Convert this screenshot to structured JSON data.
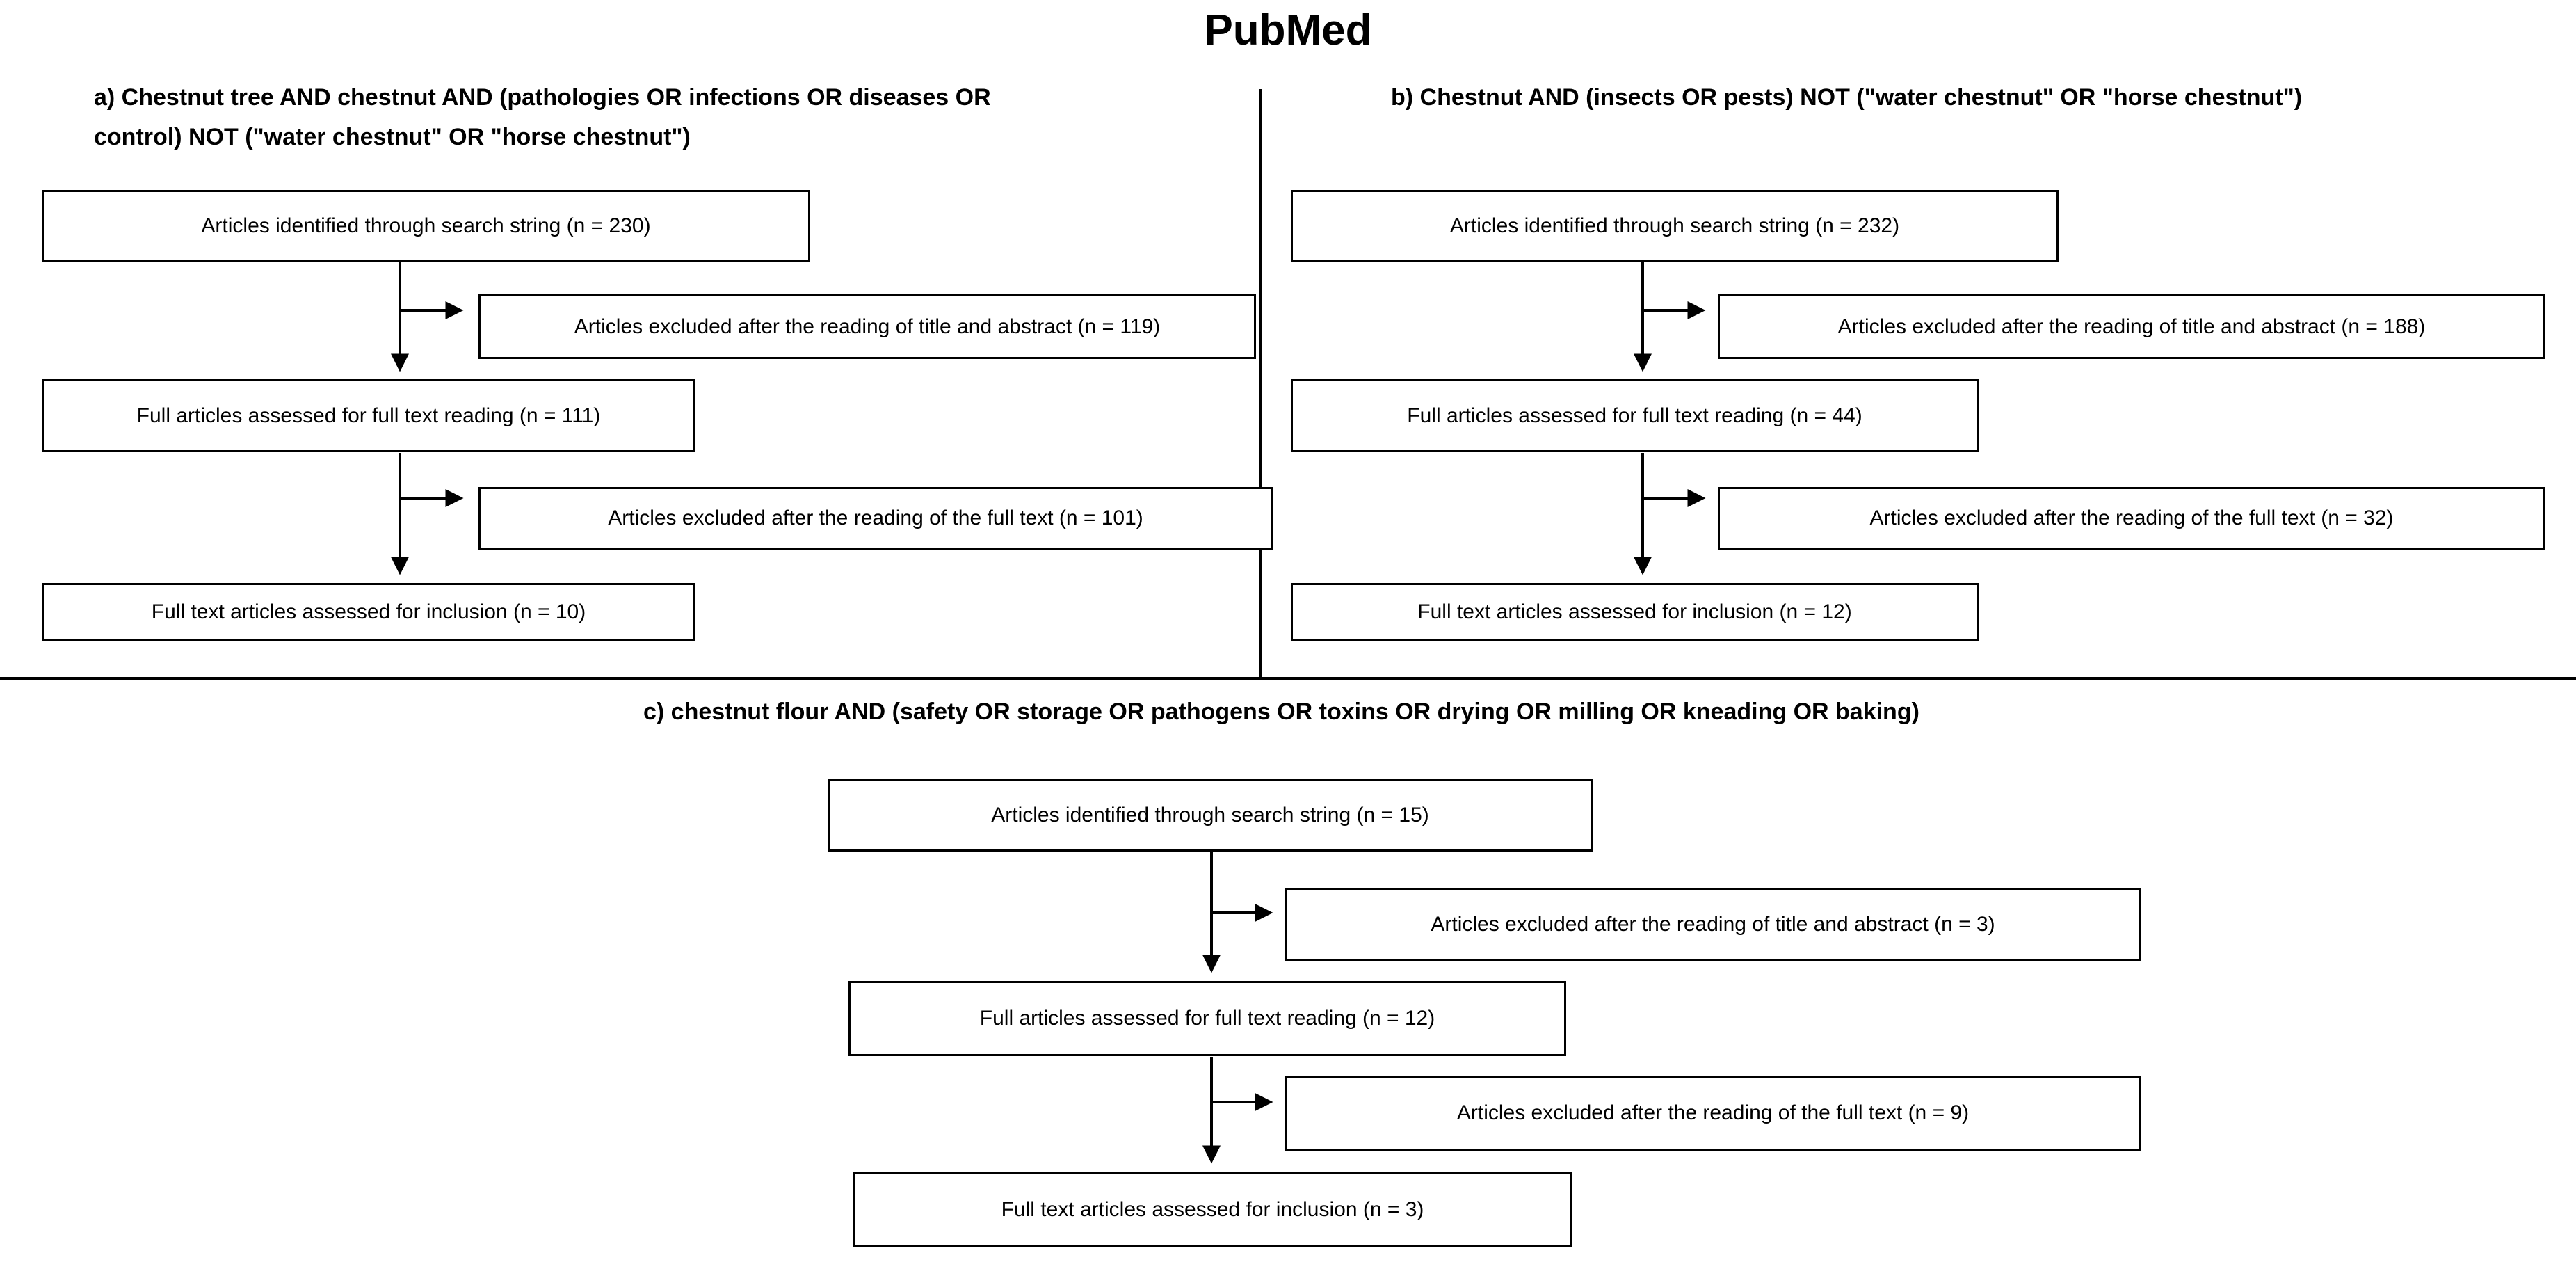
{
  "title": "PubMed",
  "colors": {
    "ink": "#000000",
    "background": "#ffffff"
  },
  "sections": [
    {
      "id": "a",
      "heading_lines": [
        "a) Chestnut tree AND chestnut AND (pathologies OR infections OR diseases OR",
        "control) NOT (\"water chestnut\" OR \"horse chestnut\")"
      ],
      "boxes": {
        "identified": "Articles identified through search string (n = 230)",
        "excluded_title_abstract": "Articles excluded after the reading of title and abstract (n = 119)",
        "full_text_reading": "Full articles assessed for full text reading (n = 111)",
        "excluded_full_text": "Articles excluded after the reading of the full text (n = 101)",
        "inclusion": "Full text articles assessed for inclusion (n = 10)"
      }
    },
    {
      "id": "b",
      "heading_lines": [
        "b) Chestnut AND (insects OR pests) NOT (\"water chestnut\" OR \"horse chestnut\")"
      ],
      "boxes": {
        "identified": "Articles identified through search string (n = 232)",
        "excluded_title_abstract": "Articles excluded after the reading of title and abstract (n = 188)",
        "full_text_reading": "Full articles assessed for full text reading (n = 44)",
        "excluded_full_text": "Articles excluded after the reading of the full text (n = 32)",
        "inclusion": "Full text articles assessed for inclusion (n = 12)"
      }
    },
    {
      "id": "c",
      "heading_lines": [
        "c) chestnut flour AND (safety OR storage OR pathogens OR toxins OR drying OR milling OR kneading OR baking)"
      ],
      "boxes": {
        "identified": "Articles identified through search string (n = 15)",
        "excluded_title_abstract": "Articles excluded after the reading of title and abstract (n = 3)",
        "full_text_reading": "Full articles assessed for full text reading (n = 12)",
        "excluded_full_text": "Articles excluded after the reading of the full text (n = 9)",
        "inclusion": "Full text articles assessed for inclusion (n = 3)"
      }
    }
  ]
}
